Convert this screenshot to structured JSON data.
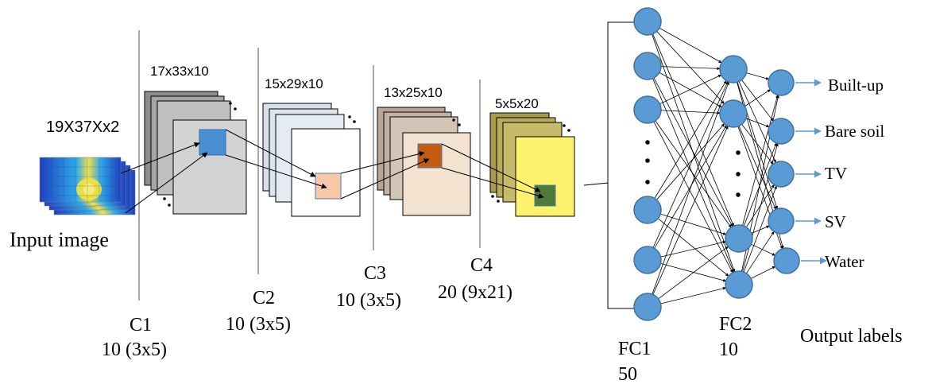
{
  "input": {
    "dims": "19X37Xx2",
    "label": "Input image"
  },
  "layers": {
    "c1": {
      "dims": "17x33x10",
      "name": "C1",
      "spec": "10 (3x5)"
    },
    "c2": {
      "dims": "15x29x10",
      "name": "C2",
      "spec": "10 (3x5)"
    },
    "c3": {
      "dims": "13x25x10",
      "name": "C3",
      "spec": "10 (3x5)"
    },
    "c4": {
      "dims": "5x5x20",
      "name": "C4",
      "spec": "20 (9x21)"
    }
  },
  "fc1": {
    "name": "FC1",
    "size": "50"
  },
  "fc2": {
    "name": "FC2",
    "size": "10"
  },
  "outputs": {
    "title": "Output labels",
    "items": [
      "Built-up",
      "Bare soil",
      "TV",
      "SV",
      "Water"
    ]
  },
  "colors": {
    "node": "#5B9BD5",
    "node_stroke": "#41719C",
    "c1_fill": "#D3D3D3",
    "c1_back": "#8C8C8C",
    "c2_back": "#D6E0EA",
    "c3_fill": "#F4E2D0",
    "c3_back": "#C2B2A2",
    "c4_fill": "#FFF36E",
    "c4_back": "#C8BA6C",
    "patch_c1": "#4A8FD3",
    "patch_c2": "#F8C9A9",
    "patch_c3": "#C55A11",
    "patch_c4": "#4E7A3A",
    "output_arrow": "#5B9BD5"
  }
}
